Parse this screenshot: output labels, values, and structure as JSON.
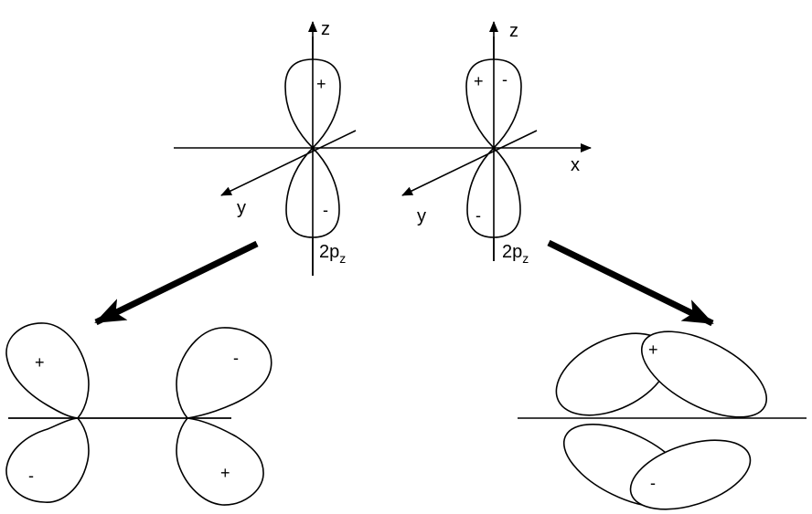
{
  "axes": {
    "left": {
      "z": "z",
      "y": "y"
    },
    "right": {
      "z": "z",
      "y": "y",
      "x": "x"
    }
  },
  "orbitals": {
    "left": {
      "label": "2p",
      "subscript": "z",
      "top_sign": "+",
      "bottom_sign": "-"
    },
    "right": {
      "label": "2p",
      "subscript": "z",
      "top_sign_left": "+",
      "top_sign_right": "-",
      "bottom_sign": "-"
    }
  },
  "bottom_left": {
    "upper_left": "+",
    "upper_right": "-",
    "lower_left": "-",
    "lower_right": "+"
  },
  "bottom_right": {
    "upper": "+",
    "lower": "-"
  },
  "colors": {
    "ink": "#000000",
    "background": "#ffffff"
  }
}
